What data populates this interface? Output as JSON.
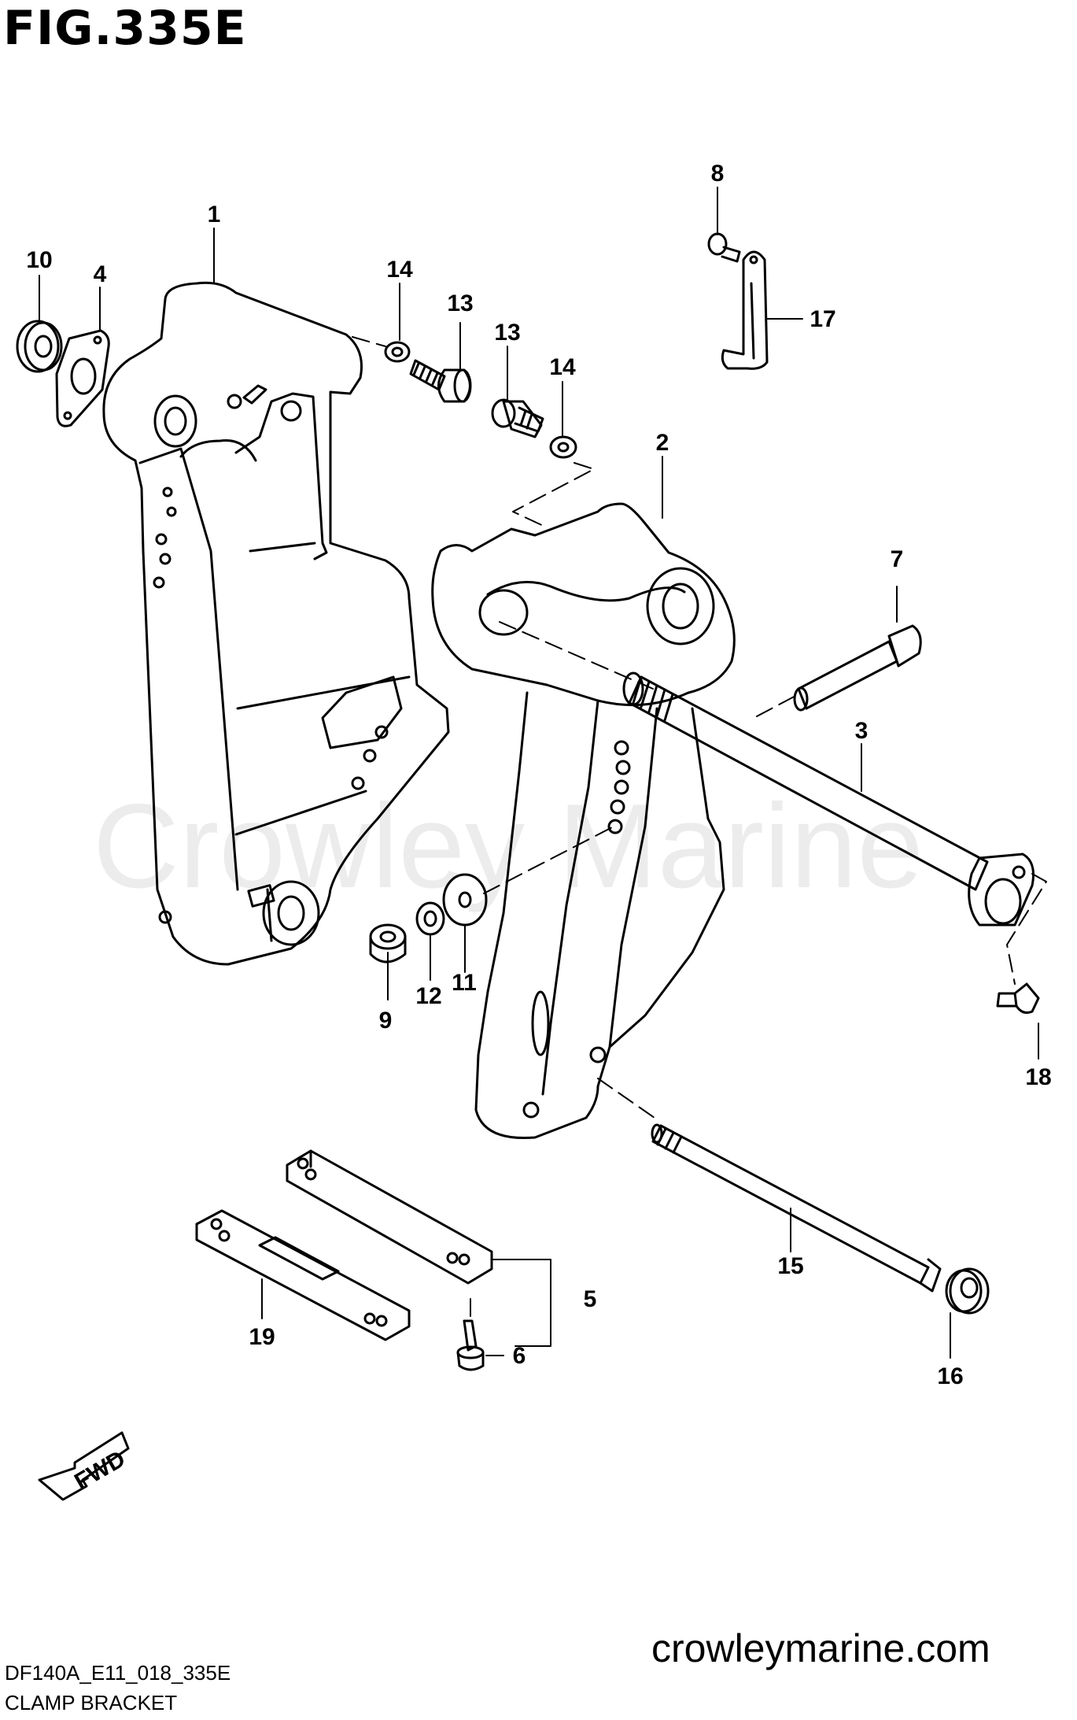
{
  "header": {
    "figure": "FIG.335E"
  },
  "footer": {
    "code": "DF140A_E11_018_335E",
    "name": "CLAMP BRACKET",
    "site": "crowleymarine.com"
  },
  "watermark": "Crowley Marine",
  "fwd_label": "FWD",
  "callouts": {
    "c1": "1",
    "c2": "2",
    "c3": "3",
    "c4": "4",
    "c5": "5",
    "c6": "6",
    "c7": "7",
    "c8": "8",
    "c9": "9",
    "c10": "10",
    "c11": "11",
    "c12": "12",
    "c13a": "13",
    "c13b": "13",
    "c14a": "14",
    "c14b": "14",
    "c15": "15",
    "c16": "16",
    "c17": "17",
    "c18": "18",
    "c19": "19"
  }
}
